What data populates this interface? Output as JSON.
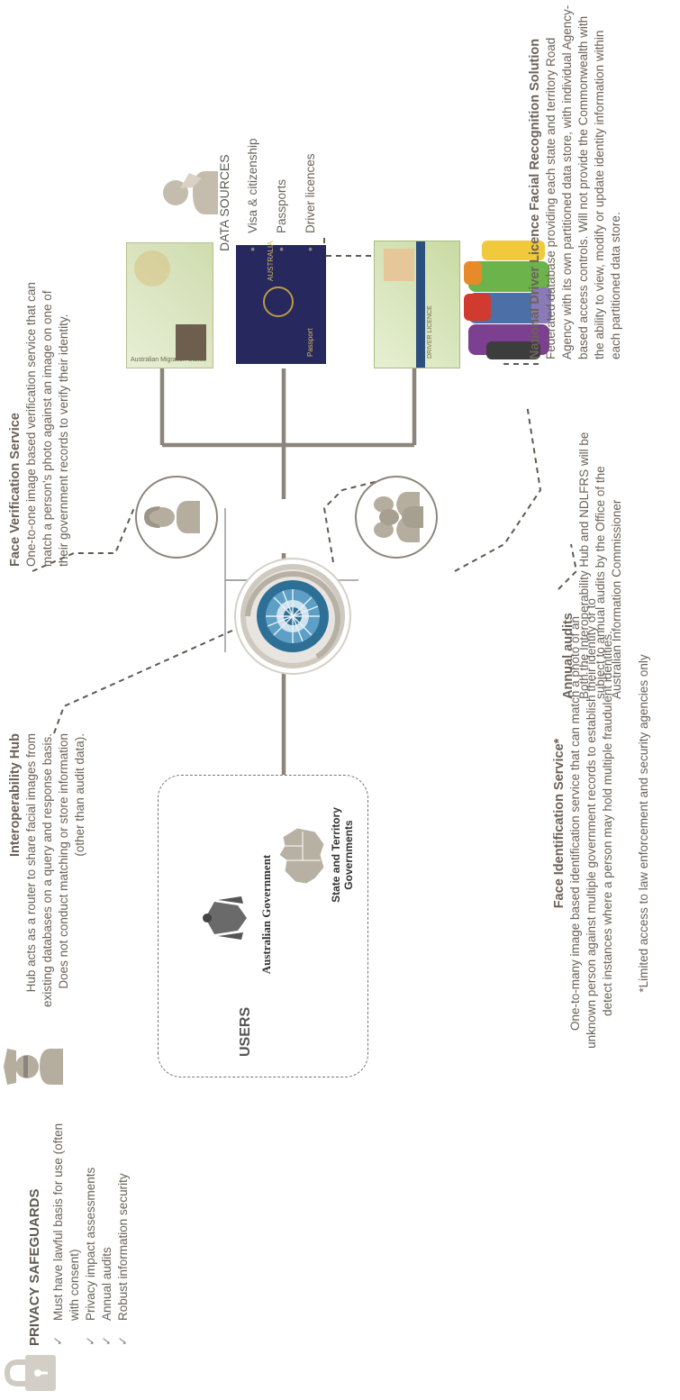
{
  "privacy": {
    "title": "PRIVACY SAFEGUARDS",
    "items": [
      "Must have lawful basis for use (often with consent)",
      "Privacy impact assessments",
      "Annual audits",
      "Robust information security"
    ]
  },
  "hub": {
    "title": "Interoperability Hub",
    "text": "Hub acts as a router to share facial images from existing databases on a query and response basis. Does not conduct matching or store information (other than audit data)."
  },
  "users": {
    "title": "USERS",
    "australian_government": "Australian Government",
    "state_territory": "State and Territory Governments"
  },
  "face_identification": {
    "title": "Face Identification Service*",
    "text": "One-to-many image based identification service that can match a photo of an unknown person against multiple government records to establish their identity or to detect instances where a person may hold multiple fraudulent identities.",
    "footnote": "*Limited access to law enforcement and security agencies only"
  },
  "face_verification": {
    "title": "Face Verification Service",
    "text": "One-to-one image based verification service that can match a person's photo against an image on one of their government records to verify their identity."
  },
  "annual_audits": {
    "title": "Annual audits",
    "text": "Both the Interoperability Hub and NDLFRS will be subject to annual audits by the Office of the Australian Information Commissioner"
  },
  "data_sources": {
    "title": "DATA SOURCES",
    "items": [
      "Visa & citizenship",
      "Passports",
      "Driver licences"
    ]
  },
  "ndlfrs": {
    "title": "National Driver Licence Facial Recognition Solution",
    "text": "Federated database providing each state and territory Road Agency with its own partitioned data store, with individual Agency-based access controls. Will not provide the Commonwealth with the ability to view, modify or update identity information within each partitioned data store."
  },
  "documents": {
    "visa_card_label": "Australian Migration Status",
    "passport_country": "AUSTRALIA",
    "passport_word": "Passport",
    "licence_label": "DRIVER LICENCE"
  },
  "colors": {
    "line": "#8d857c",
    "text": "#6a625a",
    "icon": "#b5ad9e",
    "hub_blue": "#2e6f95",
    "passport": "#26285e"
  }
}
